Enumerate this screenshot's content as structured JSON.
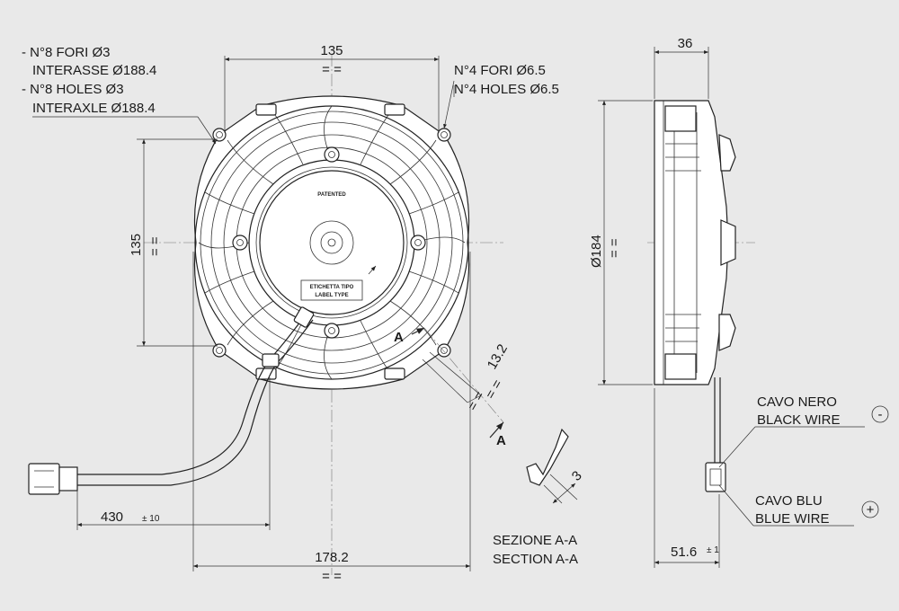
{
  "drawing": {
    "dimensions": {
      "top_width": "135",
      "left_height": "135",
      "bottom_width": "178.2",
      "side_depth": "36",
      "side_diameter": "Ø184",
      "side_bottom": "51.6",
      "side_bottom_tol": "± 1",
      "cable_length": "430",
      "cable_length_tol": "± 10",
      "rib_width": "13.2",
      "section_thickness": "3",
      "symmetry_mark": "= ="
    },
    "callouts": {
      "holes_small_it": "- N°8 FORI Ø3",
      "interaxle_it": "INTERASSE Ø188.4",
      "holes_small_en": "- N°8 HOLES Ø3",
      "interaxle_en": "INTERAXLE Ø188.4",
      "holes_large_it": "N°4 FORI Ø6.5",
      "holes_large_en": "N°4 HOLES Ø6.5"
    },
    "section": {
      "marker": "A",
      "title_it": "SEZIONE A-A",
      "title_en": "SECTION A-A"
    },
    "wires": {
      "black_it": "CAVO NERO",
      "black_en": "BLACK WIRE",
      "black_sign": "-",
      "blue_it": "CAVO BLU",
      "blue_en": "BLUE WIRE",
      "blue_sign": "+"
    },
    "hub_labels": {
      "patented": "PATENTED",
      "label_it": "ETICHETTA TIPO",
      "label_en": "LABEL TYPE"
    }
  }
}
